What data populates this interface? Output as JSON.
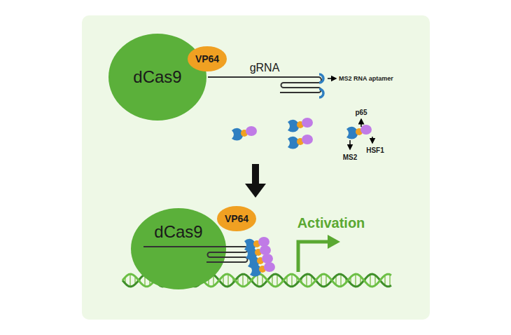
{
  "diagram": {
    "nodes": [
      {
        "text": [
          "dCas9"
        ]
      },
      {
        "text": [
          "VP64"
        ]
      },
      {
        "text": [
          "dCas9"
        ]
      },
      {
        "text": [
          "VP64"
        ]
      }
    ],
    "labels": [
      "gRNA",
      "MS2 RNA aptamer",
      "p65",
      "MS2",
      "HSF1",
      "Activation"
    ]
  }
}
